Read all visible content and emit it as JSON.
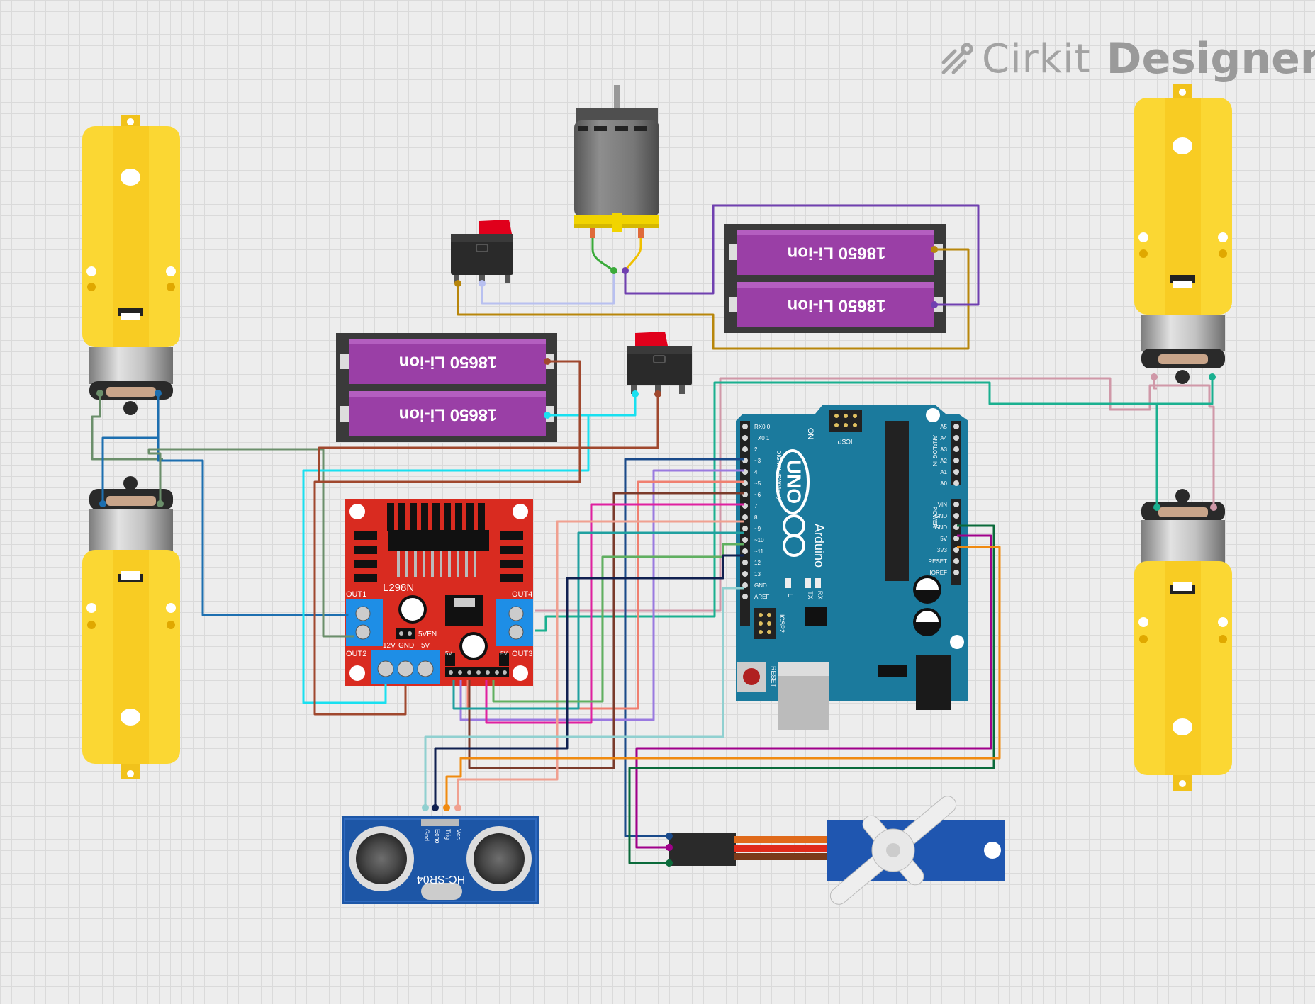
{
  "brand": {
    "name_part1": "Cirkit",
    "name_part2": "Designer"
  },
  "components": {
    "battery_top": {
      "cell1": "18650 Li-ion",
      "cell2": "18650 Li-ion"
    },
    "battery_left": {
      "cell1": "18650 Li-ion",
      "cell2": "18650 Li-ion"
    },
    "driver": {
      "name": "L298N",
      "out1": "OUT1",
      "out2": "OUT2",
      "out3": "OUT3",
      "out4": "OUT4",
      "power_labels": [
        "12V",
        "GND",
        "5V"
      ],
      "enable": "5VEN",
      "v5_left": "5V",
      "v5_right": "5V"
    },
    "arduino": {
      "brand": "Arduino",
      "model": "UNO",
      "on_label": "ON",
      "icsp": "ICSP",
      "icsp2": "ICSP2",
      "reset": "RESET",
      "aref": "AREF",
      "digital_label": "DIGITAL (PWM= ~)",
      "analog_label": "ANALOG IN",
      "power_label": "POWER",
      "led_l": "L",
      "led_tx": "TX",
      "led_rx": "RX",
      "digital_pins": [
        "RX0 0",
        "TX0 1",
        "2",
        "~3",
        "4",
        "~5",
        "~6",
        "7",
        "8",
        "~9",
        "~10",
        "~11",
        "12",
        "13",
        "GND",
        "AREF"
      ],
      "analog_pins": [
        "A5",
        "A4",
        "A3",
        "A2",
        "A1",
        "A0"
      ],
      "power_pins": [
        "VIN",
        "GND",
        "GND",
        "5V",
        "3V3",
        "RESET",
        "IOREF"
      ]
    },
    "ultrasonic": {
      "name": "HC-SR04",
      "pins": [
        "Gnd",
        "Echo",
        "Trig",
        "Vcc"
      ]
    }
  }
}
